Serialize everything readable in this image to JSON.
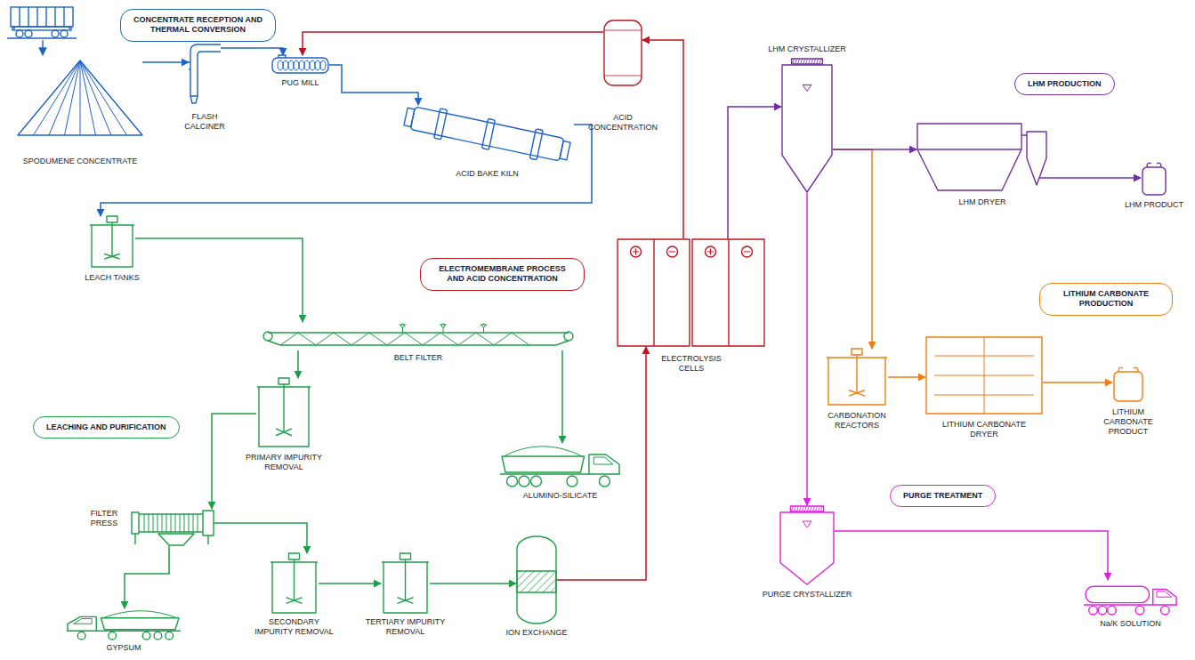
{
  "diagram": {
    "nodes": [
      {
        "text": [
          "CONCENTRATE RECEPTION AND THERMAL CONVERSION"
        ]
      },
      {
        "text": [
          "SPODUMENE CONCENTRATE"
        ]
      },
      {
        "text": [
          "FLASH CALCINER"
        ]
      },
      {
        "text": [
          "PUG MILL"
        ]
      },
      {
        "text": [
          "ACID BAKE KILN"
        ]
      },
      {
        "text": [
          "ACID CONCENTRATION"
        ]
      },
      {
        "text": [
          "LHM CRYSTALLIZER"
        ]
      },
      {
        "text": [
          "LHM PRODUCTION"
        ]
      },
      {
        "text": [
          "LHM DRYER"
        ]
      },
      {
        "text": [
          "LHM PRODUCT"
        ]
      },
      {
        "text": [
          "ELECTROMEMBRANE PROCESS AND ACID CONCENTRATION"
        ]
      },
      {
        "text": [
          "ELECTROLYSIS CELLS"
        ]
      },
      {
        "text": [
          "LEACH TANKS"
        ]
      },
      {
        "text": [
          "BELT FILTER"
        ]
      },
      {
        "text": [
          "LEACHING AND PURIFICATION"
        ]
      },
      {
        "text": [
          "PRIMARY IMPURITY REMOVAL"
        ]
      },
      {
        "text": [
          "ALUMINO-SILICATE"
        ]
      },
      {
        "text": [
          "FILTER PRESS"
        ]
      },
      {
        "text": [
          "GYPSUM"
        ]
      },
      {
        "text": [
          "SECONDARY IMPURITY REMOVAL"
        ]
      },
      {
        "text": [
          "TERTIARY IMPURITY REMOVAL"
        ]
      },
      {
        "text": [
          "ION EXCHANGE"
        ]
      },
      {
        "text": [
          "LITHIUM CARBONATE PRODUCTION"
        ]
      },
      {
        "text": [
          "CARBONATION REACTORS"
        ]
      },
      {
        "text": [
          "LITHIUM CARBONATE DRYER"
        ]
      },
      {
        "text": [
          "LITHIUM CARBONATE PRODUCT"
        ]
      },
      {
        "text": [
          "PURGE TREATMENT"
        ]
      },
      {
        "text": [
          "PURGE CRYSTALLIZER"
        ]
      },
      {
        "text": [
          "Na/K SOLUTION"
        ]
      }
    ],
    "edges": [
      {
        "from": 1,
        "to": 2,
        "arrow": "to"
      },
      {
        "from": 2,
        "to": 3,
        "arrow": "to"
      },
      {
        "from": 5,
        "to": 3,
        "arrow": "to"
      },
      {
        "from": 3,
        "to": 4,
        "arrow": "to"
      },
      {
        "from": 4,
        "to": 12,
        "arrow": "to"
      },
      {
        "from": 12,
        "to": 13,
        "arrow": "to"
      },
      {
        "from": 13,
        "to": 15,
        "arrow": "to"
      },
      {
        "from": 13,
        "to": 16,
        "arrow": "to"
      },
      {
        "from": 15,
        "to": 17,
        "arrow": "to"
      },
      {
        "from": 17,
        "to": 18,
        "arrow": "to"
      },
      {
        "from": 17,
        "to": 19,
        "arrow": "to"
      },
      {
        "from": 19,
        "to": 20,
        "arrow": "to"
      },
      {
        "from": 20,
        "to": 21,
        "arrow": "to"
      },
      {
        "from": 21,
        "to": 11,
        "arrow": "to"
      },
      {
        "from": 11,
        "to": 5,
        "arrow": "to"
      },
      {
        "from": 11,
        "to": 6,
        "arrow": "to"
      },
      {
        "from": 6,
        "to": 23,
        "arrow": "to"
      },
      {
        "from": 6,
        "to": 8,
        "arrow": "to"
      },
      {
        "from": 8,
        "to": 9,
        "arrow": "to"
      },
      {
        "from": 23,
        "to": 24,
        "arrow": "to"
      },
      {
        "from": 24,
        "to": 25,
        "arrow": "to"
      },
      {
        "from": 6,
        "to": 27,
        "arrow": "to"
      },
      {
        "from": 27,
        "to": 28,
        "arrow": "to"
      }
    ]
  }
}
